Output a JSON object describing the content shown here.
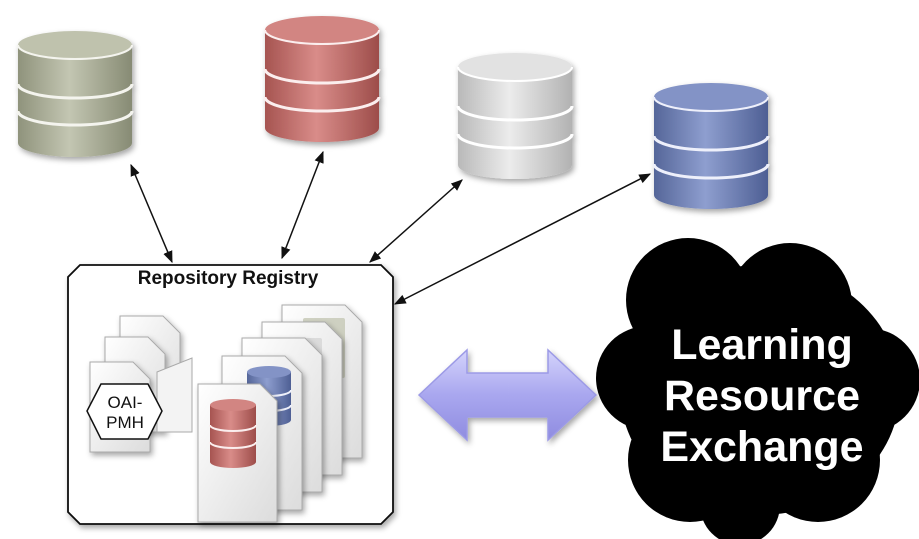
{
  "registry": {
    "title": "Repository Registry",
    "oai_line1": "OAI-",
    "oai_line2": "PMH"
  },
  "exchange": {
    "line1": "Learning",
    "line2": "Resource",
    "line3": "Exchange"
  },
  "databases": [
    {
      "name": "database-olive",
      "color": "#a9ad97"
    },
    {
      "name": "database-red",
      "color": "#c46f6c"
    },
    {
      "name": "database-gray",
      "color": "#d2d2d2"
    },
    {
      "name": "database-blue",
      "color": "#6f80b6"
    }
  ],
  "colors": {
    "arrow": "#b1b0f0",
    "cloud": "#000000"
  }
}
